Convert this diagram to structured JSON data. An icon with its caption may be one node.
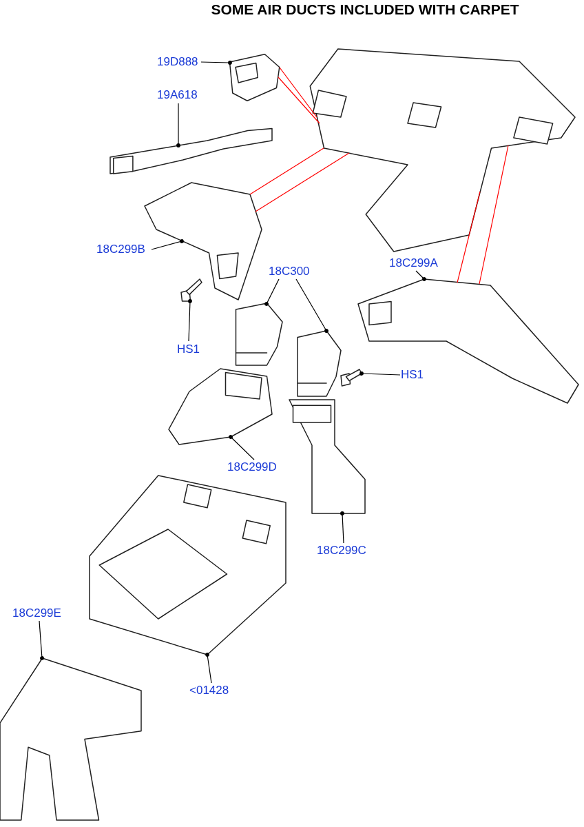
{
  "diagram": {
    "title": "SOME AIR DUCTS INCLUDED WITH CARPET",
    "nodes": [
      {
        "text": [
          "19D888"
        ]
      },
      {
        "text": [],
        "shape": "picture"
      },
      {
        "text": [
          "19A618"
        ]
      },
      {
        "text": [],
        "shape": "picture"
      },
      {
        "text": [],
        "shape": "picture"
      },
      {
        "text": [
          "18C299B"
        ]
      },
      {
        "text": [],
        "shape": "picture"
      },
      {
        "text": [
          "HS1"
        ]
      },
      {
        "text": [],
        "shape": "picture"
      },
      {
        "text": [
          "18C300"
        ]
      },
      {
        "text": [],
        "shape": "picture"
      },
      {
        "text": [],
        "shape": "picture"
      },
      {
        "text": [
          "18C299A"
        ]
      },
      {
        "text": [],
        "shape": "picture"
      },
      {
        "text": [
          "HS1"
        ]
      },
      {
        "text": [],
        "shape": "picture"
      },
      {
        "text": [
          "18C299D"
        ]
      },
      {
        "text": [],
        "shape": "picture"
      },
      {
        "text": [
          "18C299C"
        ]
      },
      {
        "text": [],
        "shape": "picture"
      },
      {
        "text": [
          "18C299E"
        ]
      },
      {
        "text": [],
        "shape": "picture"
      },
      {
        "text": [
          "<01428"
        ]
      },
      {
        "text": [],
        "shape": "picture"
      }
    ],
    "edges": [
      {
        "from": 0,
        "to": 1,
        "arrow": "other"
      },
      {
        "from": 2,
        "to": 3,
        "arrow": "other"
      },
      {
        "from": 1,
        "to": 4,
        "arrow": "none",
        "color": "#ff0000"
      },
      {
        "from": 1,
        "to": 4,
        "arrow": "none",
        "color": "#ff0000"
      },
      {
        "from": 6,
        "to": 4,
        "arrow": "none",
        "color": "#ff0000"
      },
      {
        "from": 6,
        "to": 4,
        "arrow": "none",
        "color": "#ff0000"
      },
      {
        "from": 13,
        "to": 4,
        "arrow": "none",
        "color": "#ff0000"
      },
      {
        "from": 13,
        "to": 4,
        "arrow": "none",
        "color": "#ff0000"
      },
      {
        "from": 5,
        "to": 6,
        "arrow": "other"
      },
      {
        "from": 7,
        "to": 8,
        "arrow": "other"
      },
      {
        "from": 9,
        "to": 10,
        "arrow": "other"
      },
      {
        "from": 9,
        "to": 11,
        "arrow": "other"
      },
      {
        "from": 12,
        "to": 13,
        "arrow": "other"
      },
      {
        "from": 14,
        "to": 15,
        "arrow": "other"
      },
      {
        "from": 16,
        "to": 17,
        "arrow": "other"
      },
      {
        "from": 18,
        "to": 19,
        "arrow": "other"
      },
      {
        "from": 20,
        "to": 21,
        "arrow": "other"
      },
      {
        "from": 22,
        "to": 23,
        "arrow": "other"
      }
    ]
  }
}
